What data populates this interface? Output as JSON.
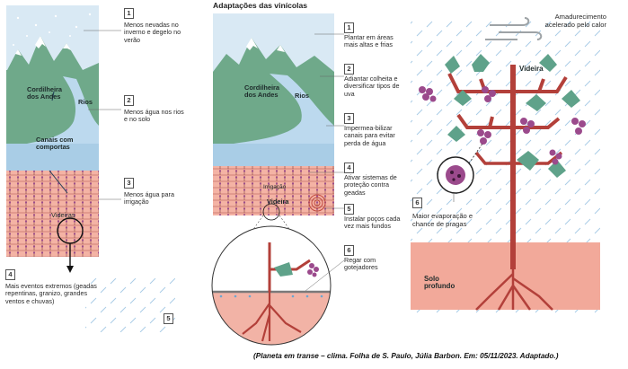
{
  "title": "Adaptações das vinícolas",
  "caption": "(Planeta em transe – clima. Folha de S. Paulo, Júlia Barbon. Em: 05/11/2023. Adaptado.)",
  "panel1": {
    "map_labels": {
      "andes": "Cordilheira dos Andes",
      "rios": "Rios",
      "canais": "Canais com comportas",
      "videiras": "Videiras"
    },
    "items": [
      {
        "num": "1",
        "text": "Menos nevadas no inverno e degelo no verão"
      },
      {
        "num": "2",
        "text": "Menos água nos rios e no solo"
      },
      {
        "num": "3",
        "text": "Menos água para irrigação"
      },
      {
        "num": "4",
        "text": "Mais eventos extremos (geadas repentinas, granizo, grandes ventos e chuvas)"
      },
      {
        "num": "5",
        "text": ""
      }
    ]
  },
  "panel2": {
    "map_labels": {
      "andes": "Cordilheira dos Andes",
      "rios": "Rios",
      "irrigacao": "Irrigação",
      "videira": "Videira"
    },
    "items": [
      {
        "num": "1",
        "text": "Plantar em áreas mais altas e frias"
      },
      {
        "num": "2",
        "text": "Adiantar colheita e diversificar tipos de uva"
      },
      {
        "num": "3",
        "text": "Impermea-bilizar canais para evitar perda de água"
      },
      {
        "num": "4",
        "text": "Ativar sistemas de proteção contra geadas"
      },
      {
        "num": "5",
        "text": "Instalar poços cada vez mais fundos"
      },
      {
        "num": "6",
        "text": "Regar com gotejadores"
      }
    ]
  },
  "panel3": {
    "videira": "Videira",
    "amadurecimento": "Amadurecimento acelerado pelo calor",
    "item6": {
      "num": "6",
      "text": "Maior evaporação e chance de pragas"
    },
    "solo": "Solo profundo"
  },
  "colors": {
    "green": "#6fa98a",
    "snow": "#ffffff",
    "sky": "#cfe3f0",
    "soil": "#f2a99a",
    "trunk": "#b3403a",
    "grape": "#9b4a8c",
    "leaf": "#5fa28a"
  }
}
